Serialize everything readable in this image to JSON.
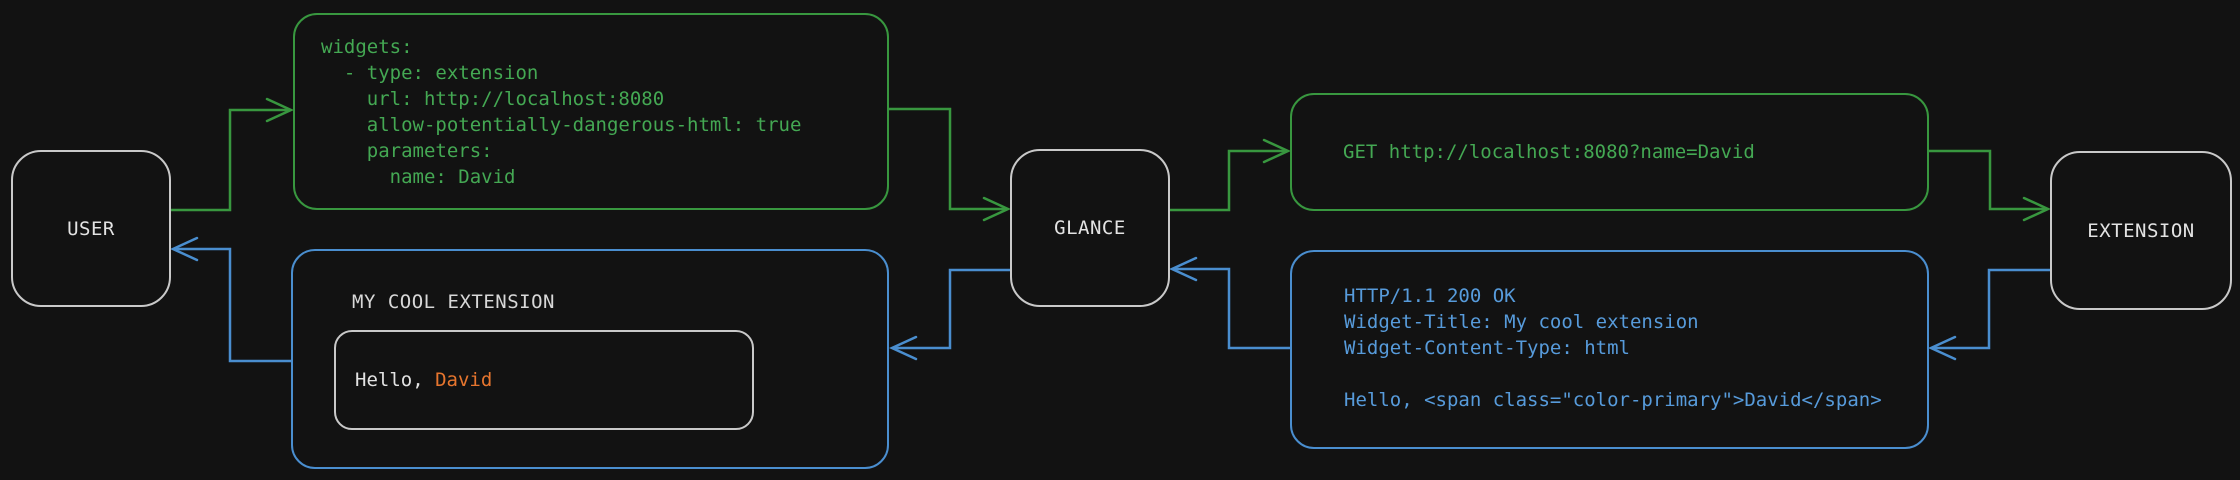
{
  "diagram": {
    "nodes": {
      "user": {
        "label": "USER"
      },
      "glance": {
        "label": "GLANCE"
      },
      "extension": {
        "label": "EXTENSION"
      }
    },
    "messages": {
      "config_yaml": {
        "code": "widgets:\n  - type: extension\n    url: http://localhost:8080\n    allow-potentially-dangerous-html: true\n    parameters:\n      name: David"
      },
      "http_request": {
        "code": "GET http://localhost:8080?name=David"
      },
      "http_response": {
        "code": "HTTP/1.1 200 OK\nWidget-Title: My cool extension\nWidget-Content-Type: html\n\nHello, <span class=\"color-primary\">David</span>"
      },
      "rendered_widget": {
        "title": "MY COOL EXTENSION",
        "greeting_prefix": "Hello, ",
        "greeting_name": "David"
      }
    },
    "colors": {
      "green": "#38973f",
      "green-text": "#44a853",
      "blue": "#4a8ecf",
      "blue-text": "#579bdb",
      "orange": "#e6752e",
      "node-border": "#c9c9c9",
      "text-light": "#e3e3e3",
      "title-text": "#d8d8d8",
      "background": "#121212"
    }
  }
}
